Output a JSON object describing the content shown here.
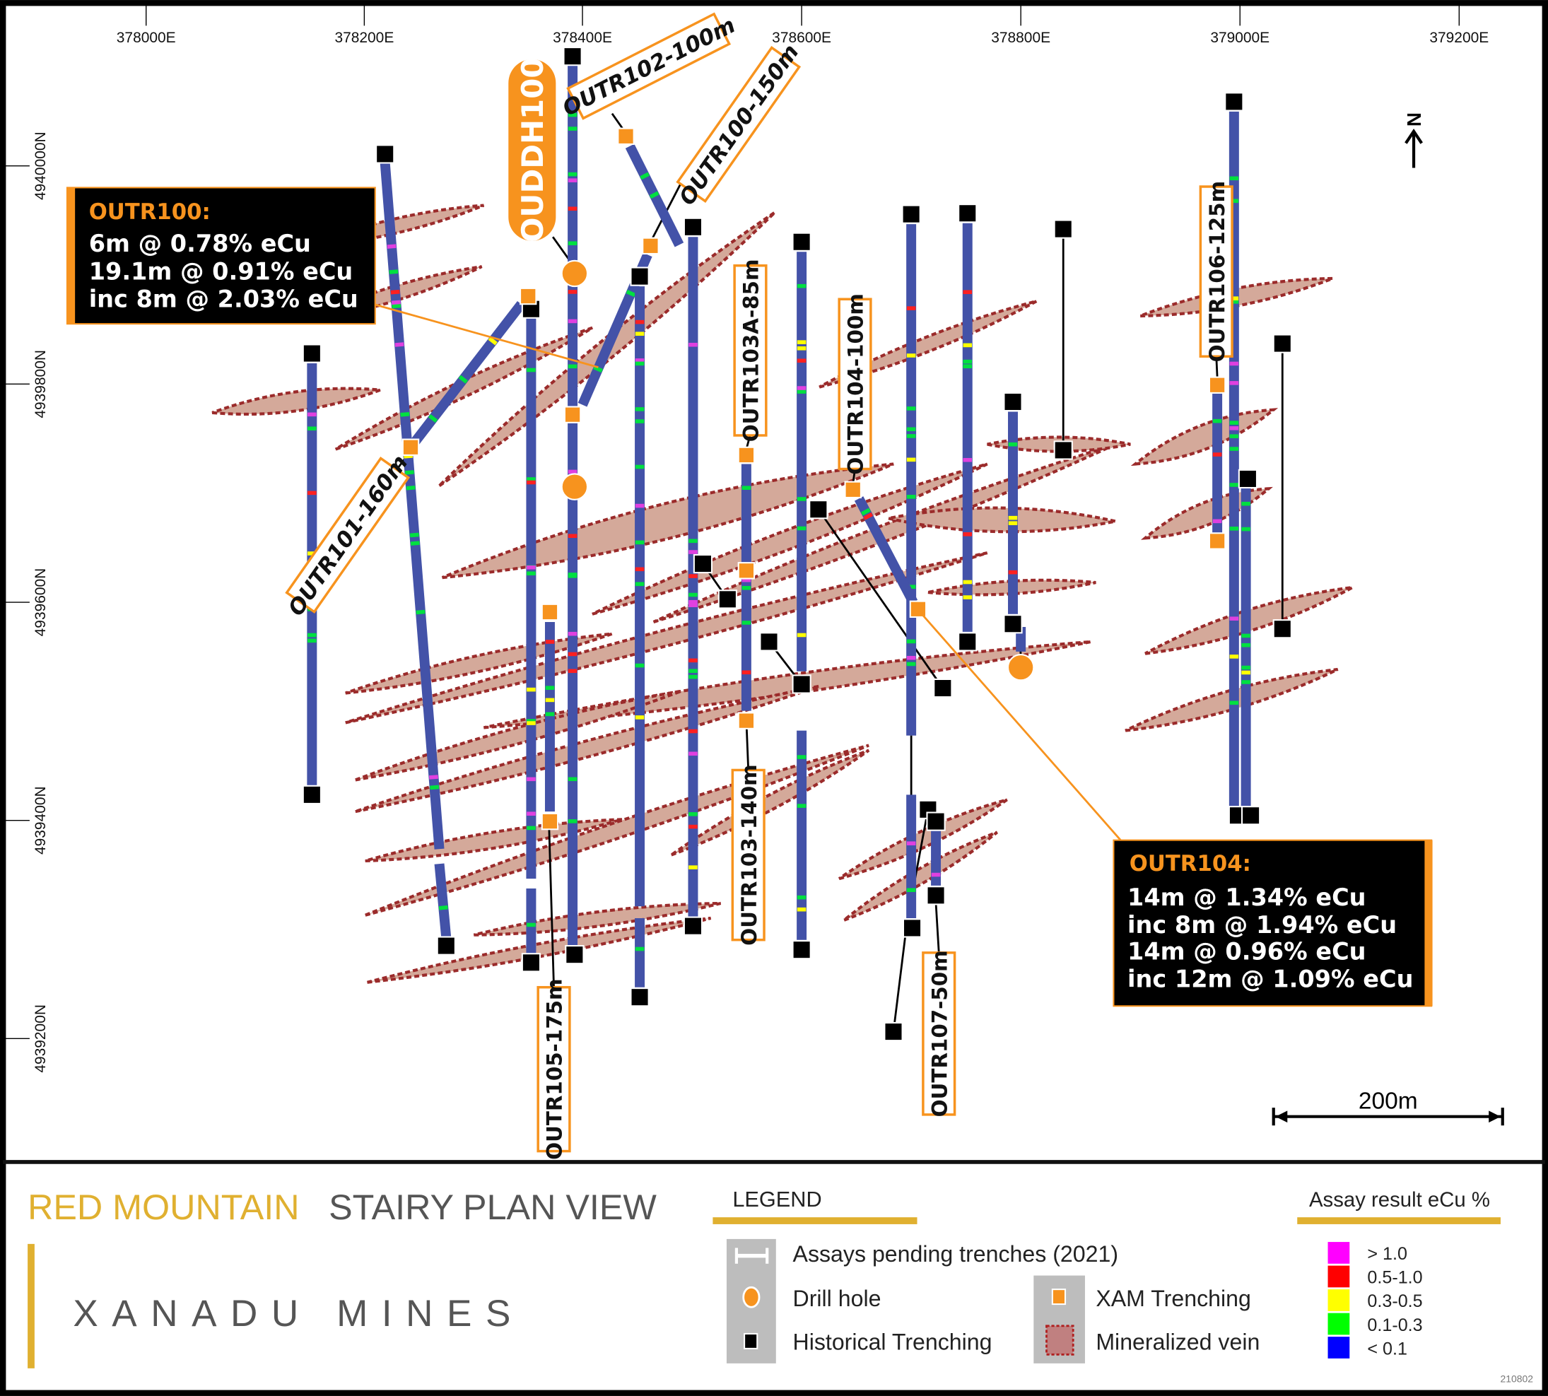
{
  "map": {
    "title_part1": "RED MOUNTAIN",
    "title_part2": "STAIRY PLAN VIEW",
    "company": "XANADU MINES",
    "doc_code": "210802",
    "north_label": "N",
    "scale_label": "200m"
  },
  "axes": {
    "eastings": [
      "378000E",
      "378200E",
      "378400E",
      "378600E",
      "378800E",
      "379000E",
      "379200E"
    ],
    "northings": [
      "4940000N",
      "4939800N",
      "4939600N",
      "4939400N",
      "4939200N"
    ]
  },
  "labels": {
    "oudd": "OUDDH100",
    "outr102": "OUTR102-100m",
    "outr100": "OUTR100-150m",
    "outr101": "OUTR101-160m",
    "outr103a": "OUTR103A-85m",
    "outr103": "OUTR103-140m",
    "outr104": "OUTR104-100m",
    "outr105": "OUTR105-175m",
    "outr106": "OUTR106-125m",
    "outr107": "OUTR107-50m"
  },
  "callouts": [
    {
      "title": "OUTR100:",
      "lines": [
        "6m @ 0.78% eCu",
        "19.1m @ 0.91% eCu",
        "inc 8m @ 2.03% eCu"
      ]
    },
    {
      "title": "OUTR104:",
      "lines": [
        "14m @ 1.34% eCu",
        "inc 8m @ 1.94% eCu",
        "14m @ 0.96% eCu",
        "inc 12m @ 1.09% eCu"
      ]
    }
  ],
  "legend": {
    "title": "LEGEND",
    "items": [
      "Assays pending trenches (2021)",
      "Drill hole",
      "Historical Trenching",
      "XAM Trenching",
      "Mineralized vein"
    ]
  },
  "assay": {
    "title": "Assay result eCu %",
    "classes": [
      {
        "label": "> 1.0",
        "color": "#FF00FF"
      },
      {
        "label": "0.5-1.0",
        "color": "#FF0000"
      },
      {
        "label": "0.3-0.5",
        "color": "#FFFF00"
      },
      {
        "label": "0.1-0.3",
        "color": "#00FF00"
      },
      {
        "label": "< 0.1",
        "color": "#0000FF"
      }
    ]
  },
  "colors": {
    "trench": "#4352A8",
    "orange": "#F7931E",
    "gold": "#E0B030",
    "vein_fill": "#D4A99A",
    "vein_stroke": "#9B2B2B"
  }
}
